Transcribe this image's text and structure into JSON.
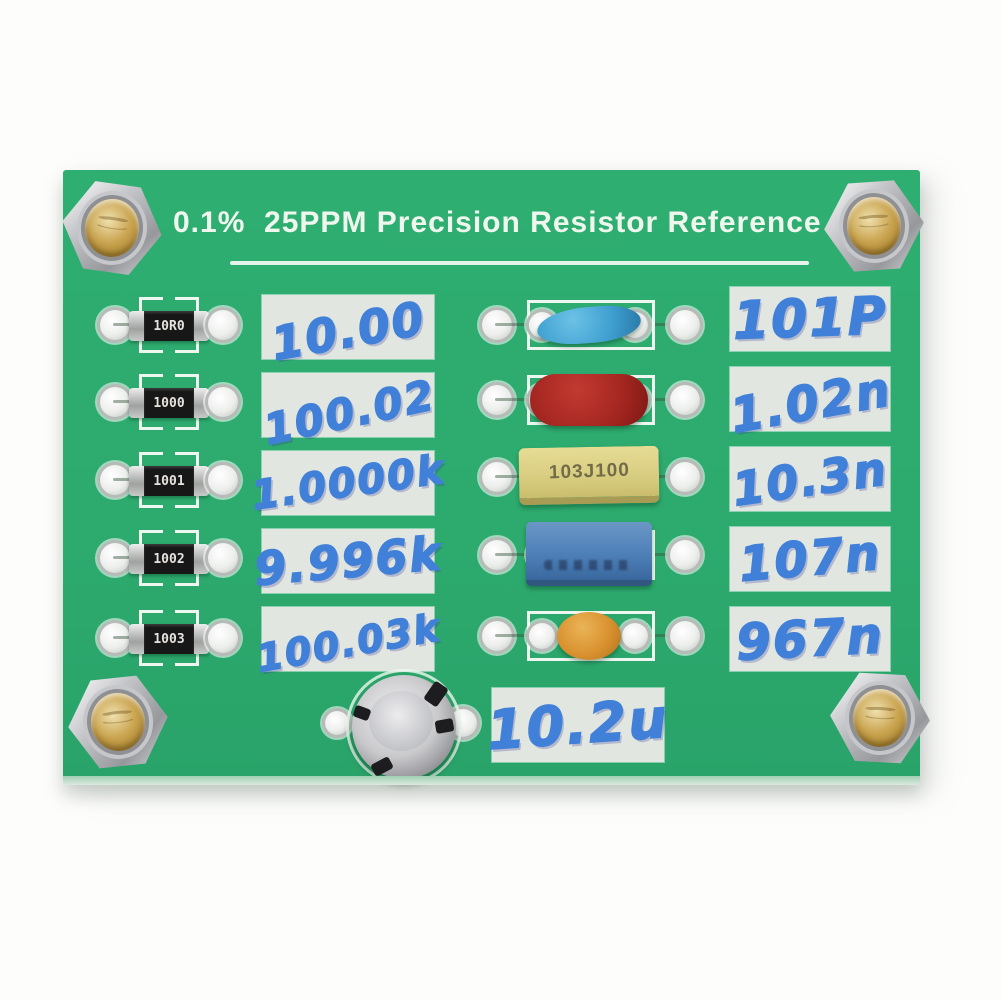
{
  "board": {
    "title": "0.1%  25PPM Precision Resistor Reference"
  },
  "left_rows": [
    {
      "component": "smd precision resistor",
      "smd_code": "10R0",
      "label": "10.00"
    },
    {
      "component": "smd precision resistor",
      "smd_code": "1000",
      "label": "100.02"
    },
    {
      "component": "smd precision resistor",
      "smd_code": "1001",
      "label": "1.0000k"
    },
    {
      "component": "smd precision resistor",
      "smd_code": "1002",
      "label": "9.996k"
    },
    {
      "component": "smd precision resistor",
      "smd_code": "1003",
      "label": "100.03k"
    }
  ],
  "right_rows": [
    {
      "component": "blue ceramic capacitor",
      "marking": "",
      "label": "101P"
    },
    {
      "component": "red ceramic capacitor",
      "marking": "",
      "label": "1.02n"
    },
    {
      "component": "yellow box film capacitor",
      "marking": "103J100",
      "label": "10.3n"
    },
    {
      "component": "blue box film capacitor",
      "marking": "",
      "label": "107n"
    },
    {
      "component": "orange disc capacitor",
      "marking": "",
      "label": "967n"
    }
  ],
  "bottom_row": {
    "component": "aluminum electrolytic capacitor",
    "label": "10.2u"
  },
  "colors": {
    "board_green": "#2fae72",
    "silkscreen": "#eef7ef",
    "label_bg": "#e2e6e0",
    "marker_blue": "#4180d8",
    "cap_blue": "#3f9fd0",
    "cap_red": "#a32520",
    "cap_yellow": "#d8cc80",
    "cap_box_blue": "#4e80b8",
    "cap_orange": "#d9912f",
    "brass": "#c9a34e",
    "steel": "#c2c3c6"
  }
}
